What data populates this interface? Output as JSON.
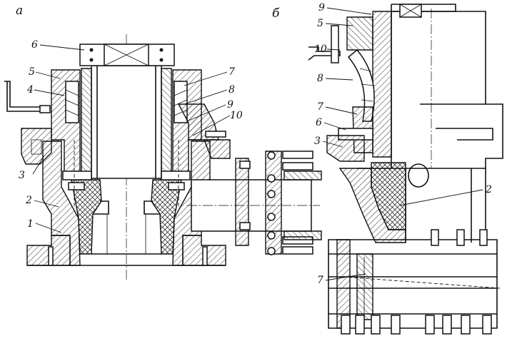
{
  "figure": {
    "views": [
      {
        "id": "a",
        "label": "а",
        "parts": [
          {
            "num": "1"
          },
          {
            "num": "2"
          },
          {
            "num": "3"
          },
          {
            "num": "4"
          },
          {
            "num": "5"
          },
          {
            "num": "6"
          },
          {
            "num": "7"
          },
          {
            "num": "8"
          },
          {
            "num": "9"
          },
          {
            "num": "10"
          }
        ]
      },
      {
        "id": "b",
        "label": "б",
        "parts": [
          {
            "num": "9"
          },
          {
            "num": "5"
          },
          {
            "num": "10"
          },
          {
            "num": "8"
          },
          {
            "num": "7"
          },
          {
            "num": "6"
          },
          {
            "num": "3"
          },
          {
            "num": "2"
          },
          {
            "num": "7"
          }
        ]
      }
    ]
  },
  "style": {
    "ink": "#111111",
    "paper": "#ffffff"
  }
}
